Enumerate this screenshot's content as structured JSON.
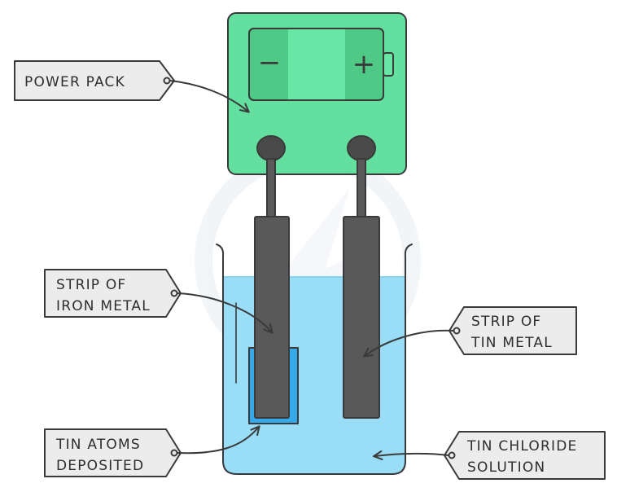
{
  "colors": {
    "power_pack_body": "#63e0a0",
    "battery_terminal_panel": "#4fca86",
    "battery_center": "#67e6a6",
    "terminal_knob": "#4a4a4a",
    "electrode_strip": "#595959",
    "solution": "#99ddf7",
    "solution_edge": "#86d2ef",
    "tin_deposit": "#36a9ea",
    "label_fill": "#ececec",
    "outline": "#3a3a3a",
    "watermark": "#e9eef3"
  },
  "battery": {
    "negative_sign": "−",
    "positive_sign": "+"
  },
  "labels": {
    "power_pack": {
      "lines": [
        "POWER  PACK"
      ]
    },
    "iron_strip": {
      "lines": [
        "STRIP  OF",
        "IRON  METAL"
      ]
    },
    "tin_strip": {
      "lines": [
        "STRIP  OF",
        "TIN  METAL"
      ]
    },
    "tin_atoms": {
      "lines": [
        "TIN  ATOMS",
        "DEPOSITED"
      ]
    },
    "tin_chloride": {
      "lines": [
        "TIN  CHLORIDE",
        "SOLUTION"
      ]
    }
  },
  "icons": {
    "watermark": "logo-watermark-icon",
    "arrow": "arrow-icon"
  }
}
